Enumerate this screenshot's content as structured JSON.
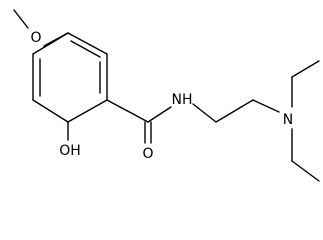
{
  "molecule": {
    "atoms": {
      "methoxy_o": "O",
      "hydroxyl": "OH",
      "amide_nh": "NH",
      "carbonyl_o": "O",
      "amine_n": "N"
    }
  }
}
